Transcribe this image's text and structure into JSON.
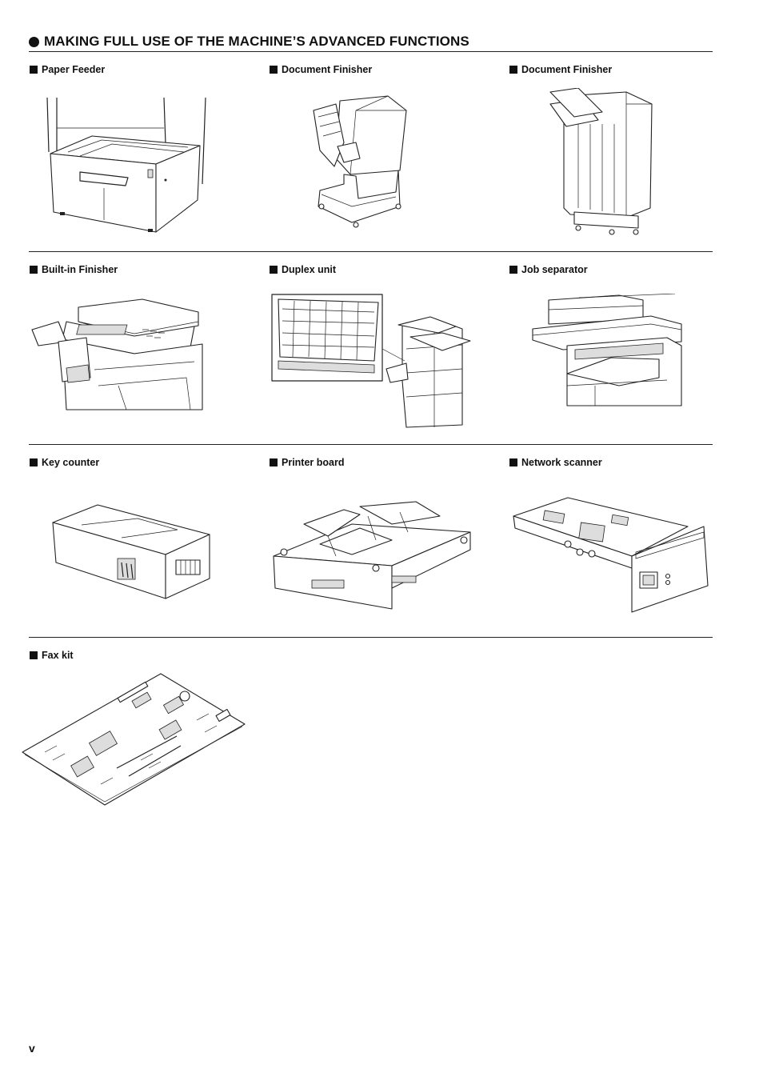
{
  "page": {
    "heading": "MAKING FULL USE OF THE MACHINE’S ADVANCED FUNCTIONS",
    "page_number": "v"
  },
  "items": [
    {
      "label": "Paper Feeder",
      "icon": "paper-feeder-illustration"
    },
    {
      "label": "Document Finisher",
      "icon": "document-finisher-illustration"
    },
    {
      "label": "Document Finisher",
      "icon": "document-finisher-tall-illustration"
    },
    {
      "label": "Built-in Finisher",
      "icon": "built-in-finisher-illustration"
    },
    {
      "label": "Duplex unit",
      "icon": "duplex-unit-illustration"
    },
    {
      "label": "Job separator",
      "icon": "job-separator-illustration"
    },
    {
      "label": "Key counter",
      "icon": "key-counter-illustration"
    },
    {
      "label": "Printer board",
      "icon": "printer-board-illustration"
    },
    {
      "label": "Network scanner",
      "icon": "network-scanner-illustration"
    },
    {
      "label": "Fax kit",
      "icon": "fax-kit-illustration"
    }
  ]
}
